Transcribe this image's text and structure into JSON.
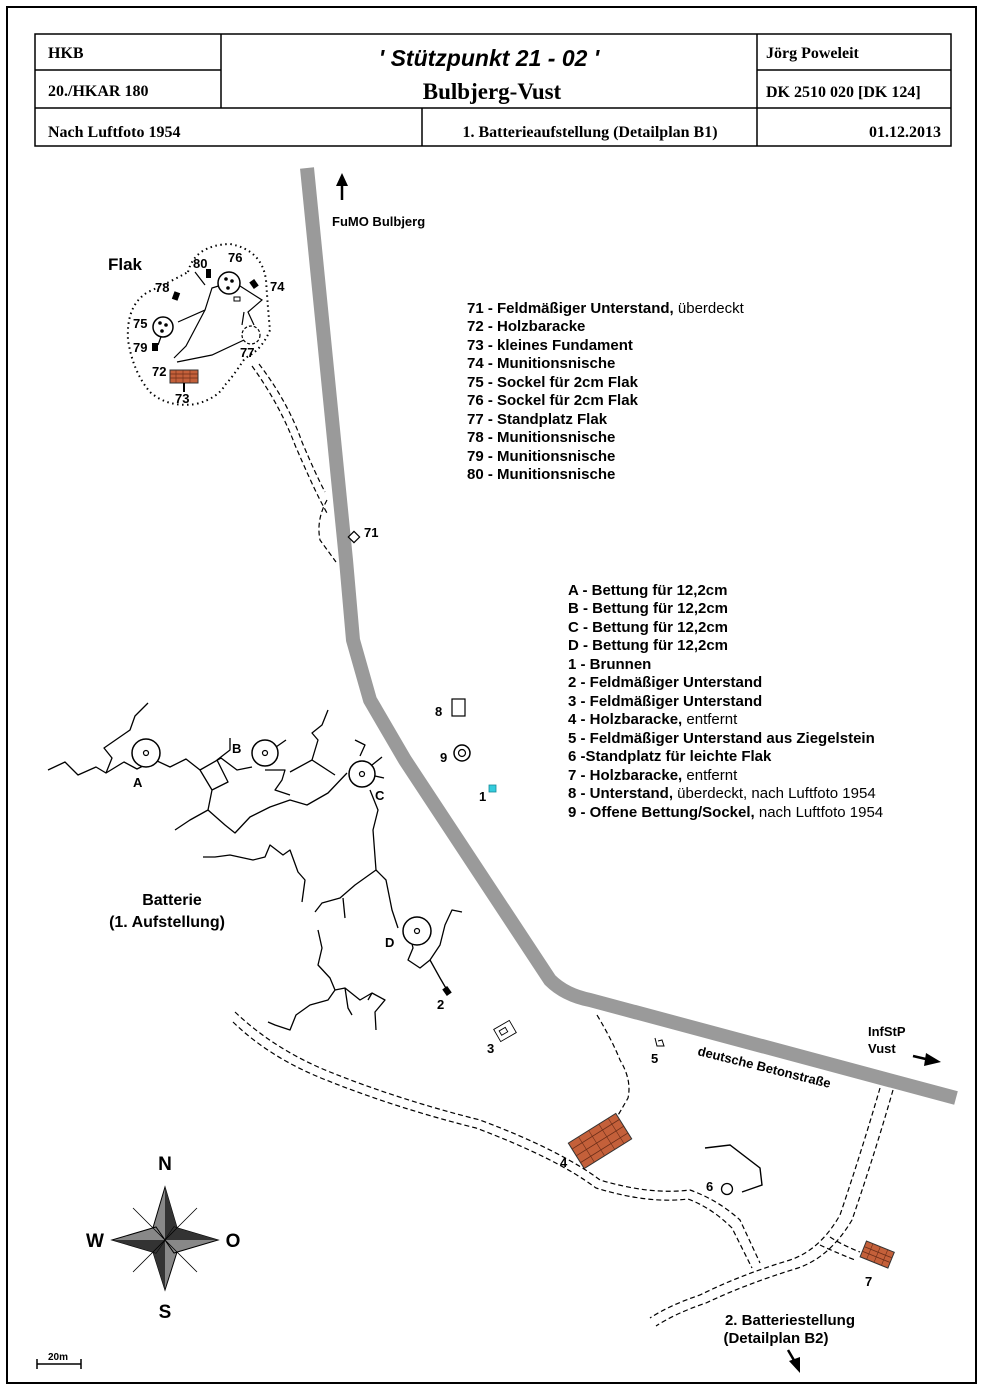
{
  "header": {
    "org": "HKB",
    "unit": "20./HKAR 180",
    "title": "' Stützpunkt 21 - 02 '",
    "subtitle": "Bulbjerg-Vust",
    "author": "Jörg Poweleit",
    "map_ref": "DK 2510 020  [DK 124]",
    "source": "Nach Luftfoto 1954",
    "plan": "1. Batterieaufstellung (Detailplan B1)",
    "date": "01.12.2013"
  },
  "labels": {
    "fumo": "FuMO Bulbjerg",
    "flak": "Flak",
    "batterie_1": "Batterie",
    "batterie_2": "(1. Aufstellung)",
    "infstp_1": "InfStP",
    "infstp_2": "Vust",
    "road": "deutsche Betonstraße",
    "b2_1": "2. Batteriestellung",
    "b2_2": "(Detailplan B2)",
    "scale": "20m"
  },
  "compass": {
    "n": "N",
    "s": "S",
    "w": "W",
    "o": "O"
  },
  "legend_flak": [
    {
      "key": "71",
      "bold": "71 - Feldmäßiger Unterstand,",
      "normal": " überdeckt"
    },
    {
      "key": "72",
      "bold": "72 - Holzbaracke",
      "normal": ""
    },
    {
      "key": "73",
      "bold": "73 - kleines Fundament",
      "normal": ""
    },
    {
      "key": "74",
      "bold": "74 - Munitionsnische",
      "normal": ""
    },
    {
      "key": "75",
      "bold": "75 - Sockel für 2cm Flak",
      "normal": ""
    },
    {
      "key": "76",
      "bold": "76 - Sockel für 2cm Flak",
      "normal": ""
    },
    {
      "key": "77",
      "bold": "77 - Standplatz Flak",
      "normal": ""
    },
    {
      "key": "78",
      "bold": "78 - Munitionsnische",
      "normal": ""
    },
    {
      "key": "79",
      "bold": "79 - Munitionsnische",
      "normal": ""
    },
    {
      "key": "80",
      "bold": "80 - Munitionsnische",
      "normal": ""
    }
  ],
  "legend_batterie": [
    {
      "key": "A",
      "bold": "A - Bettung für 12,2cm",
      "normal": ""
    },
    {
      "key": "B",
      "bold": "B - Bettung für 12,2cm",
      "normal": ""
    },
    {
      "key": "C",
      "bold": "C - Bettung für 12,2cm",
      "normal": ""
    },
    {
      "key": "D",
      "bold": "D - Bettung für 12,2cm",
      "normal": ""
    },
    {
      "key": "1",
      "bold": "1 - Brunnen",
      "normal": ""
    },
    {
      "key": "2",
      "bold": "2 - Feldmäßiger Unterstand",
      "normal": ""
    },
    {
      "key": "3",
      "bold": "3 - Feldmäßiger Unterstand",
      "normal": ""
    },
    {
      "key": "4",
      "bold": "4 - Holzbaracke,",
      "normal": " entfernt"
    },
    {
      "key": "5",
      "bold": "5 - Feldmäßiger Unterstand aus Ziegelstein",
      "normal": ""
    },
    {
      "key": "6",
      "bold": "6 -Standplatz für leichte Flak",
      "normal": ""
    },
    {
      "key": "7",
      "bold": "7 - Holzbaracke,",
      "normal": " entfernt"
    },
    {
      "key": "8",
      "bold": "8 - Unterstand,",
      "normal": " überdeckt, nach Luftfoto 1954"
    },
    {
      "key": "9",
      "bold": "9 - Offene Bettung/Sockel,",
      "normal": " nach Luftfoto 1954"
    }
  ],
  "map_labels": {
    "n71": "71",
    "n72": "72",
    "n73": "73",
    "n74": "74",
    "n75": "75",
    "n76": "76",
    "n77": "77",
    "n78": "78",
    "n79": "79",
    "n80": "80",
    "A": "A",
    "B": "B",
    "C": "C",
    "D": "D",
    "n1": "1",
    "n2": "2",
    "n3": "3",
    "n4": "4",
    "n5": "5",
    "n6": "6",
    "n7": "7",
    "n8": "8",
    "n9": "9"
  },
  "colors": {
    "road": "#9a9a9a",
    "hut": "#c4603a",
    "well": "#33ccdd"
  }
}
